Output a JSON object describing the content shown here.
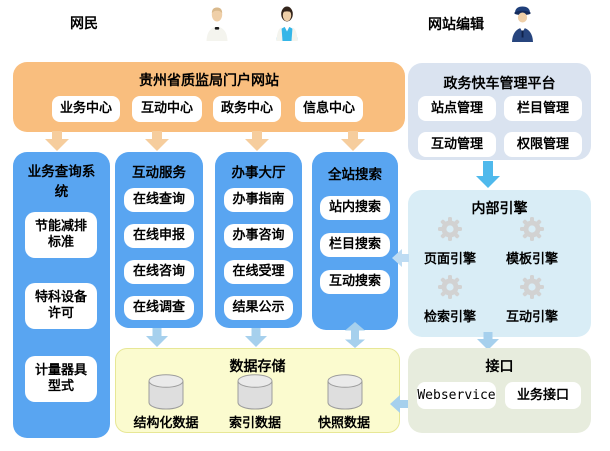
{
  "actors": {
    "netizen_label": "网民",
    "editor_label": "网站编辑"
  },
  "portal": {
    "title": "贵州省质监局门户网站",
    "buttons": [
      "业务中心",
      "互动中心",
      "政务中心",
      "信息中心"
    ]
  },
  "admin_platform": {
    "title": "政务快车管理平台",
    "buttons": [
      "站点管理",
      "栏目管理",
      "互动管理",
      "权限管理"
    ]
  },
  "columns": [
    {
      "title": "业务查询系统",
      "items": [
        "节能减排标准",
        "特科设备许可",
        "计量器具型式"
      ]
    },
    {
      "title": "互动服务",
      "items": [
        "在线查询",
        "在线申报",
        "在线咨询",
        "在线调查"
      ]
    },
    {
      "title": "办事大厅",
      "items": [
        "办事指南",
        "办事咨询",
        "在线受理",
        "结果公示"
      ]
    },
    {
      "title": "全站搜索",
      "items": [
        "站内搜索",
        "栏目搜索",
        "互动搜索"
      ]
    }
  ],
  "engine_panel": {
    "title": "内部引擎",
    "items": [
      "页面引擎",
      "模板引擎",
      "检索引擎",
      "互动引擎"
    ]
  },
  "storage_panel": {
    "title": "数据存储",
    "items": [
      "结构化数据",
      "索引数据",
      "快照数据"
    ]
  },
  "interface_panel": {
    "title": "接口",
    "items": [
      "Webservice",
      "业务接口"
    ]
  },
  "colors": {
    "portal_panel": "#F9BE7E",
    "portal_arrow": "#F6CD9D",
    "column_panel": "#59A5F1",
    "admin_panel": "#DAE3F0",
    "engine_panel": "#D9EDF6",
    "interface_panel": "#E7ECDD",
    "storage_panel": "#FBFBCF",
    "flow_arrow": "#A6D0ED",
    "accent_arrow": "#4FB9EC",
    "pale_arrow": "#BEDCF3",
    "gear": "#D2D2D2",
    "cylinder": "#DEDEDE"
  }
}
